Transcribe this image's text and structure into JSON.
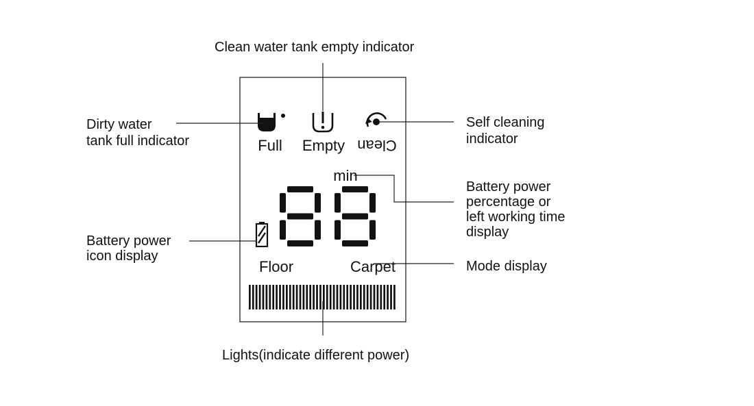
{
  "callouts": {
    "clean_empty": "Clean water tank empty indicator",
    "dirty_full": [
      "Dirty water",
      "tank full indicator"
    ],
    "self_cleaning": [
      "Self cleaning",
      "indicator"
    ],
    "battery_display": [
      "Battery power",
      "percentage or",
      "left working time",
      "display"
    ],
    "battery_icon": [
      "Battery power",
      "icon display"
    ],
    "mode": "Mode display",
    "lights": "Lights(indicate different power)"
  },
  "lcd": {
    "full": "Full",
    "empty": "Empty",
    "clean": "Clean",
    "unit": "min",
    "digits": "88",
    "floor": "Floor",
    "carpet": "Carpet",
    "light_bars": 44
  },
  "colors": {
    "ink": "#111111",
    "background": "#ffffff"
  }
}
